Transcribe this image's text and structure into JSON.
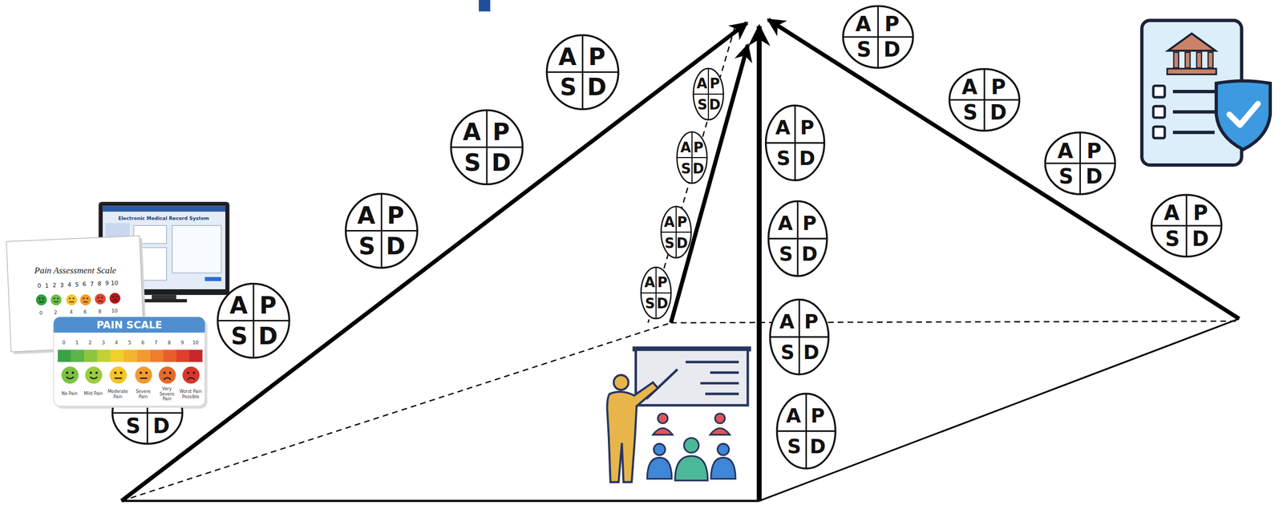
{
  "diagram": {
    "nodes": [
      {
        "text": [
          "A",
          "P",
          "S",
          "D"
        ]
      },
      {
        "text": [
          "A",
          "P",
          "S",
          "D"
        ]
      },
      {
        "text": [
          "A",
          "P",
          "S",
          "D"
        ]
      },
      {
        "text": [
          "A",
          "P",
          "S",
          "D"
        ]
      },
      {
        "text": [
          "S",
          "D"
        ]
      },
      {
        "text": [
          "A",
          "P",
          "S",
          "D"
        ]
      },
      {
        "text": [
          "A",
          "P",
          "S",
          "D"
        ]
      },
      {
        "text": [
          "A",
          "P",
          "S",
          "D"
        ]
      },
      {
        "text": [
          "A",
          "P",
          "S",
          "D"
        ]
      },
      {
        "text": [
          "A",
          "P",
          "S",
          "D"
        ]
      },
      {
        "text": [
          "A",
          "P",
          "S",
          "D"
        ]
      },
      {
        "text": [
          "A",
          "P",
          "S",
          "D"
        ]
      },
      {
        "text": [
          "A",
          "P",
          "S",
          "D"
        ]
      },
      {
        "text": [
          "A",
          "P",
          "S",
          "D"
        ]
      },
      {
        "text": [
          "A",
          "P",
          "S",
          "D"
        ]
      },
      {
        "text": [
          "A",
          "P",
          "S",
          "D"
        ]
      },
      {
        "text": [
          "A",
          "P",
          "S",
          "D"
        ]
      }
    ],
    "labels": [
      "Electronic Medical Record System",
      "Pain Assessment Scale",
      "0",
      "1",
      "2",
      "3",
      "4",
      "5",
      "6",
      "7",
      "8",
      "9",
      "10",
      "0",
      "2",
      "4",
      "6",
      "8",
      "10",
      "PAIN SCALE",
      "0",
      "1",
      "2",
      "3",
      "4",
      "5",
      "6",
      "7",
      "8",
      "9",
      "10",
      "No Pain",
      "Mild Pain",
      "Moderate Pain",
      "Severe Pain",
      "Very Severe Pain",
      "Worst Pain Possible"
    ]
  }
}
